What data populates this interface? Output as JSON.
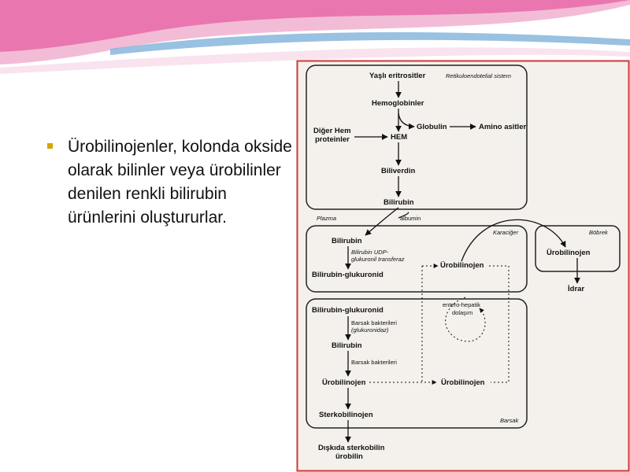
{
  "slide": {
    "bullet": "Ürobilinojenler, kolonda okside olarak bilinler veya ürobilinler denilen renkli bilirubin ürünlerini oluştururlar.",
    "accent_colors": {
      "bullet": "#d6a400",
      "border": "#d23a3a",
      "banner_pink": "#e86aa8",
      "banner_blue": "#7fb2d9"
    }
  },
  "diagram": {
    "regions": {
      "reticulo": "Retikuloendotelial sistem",
      "plazma": "Plazma",
      "karaciger": "Karaciğer",
      "bobrek": "Böbrek",
      "barsak": "Barsak"
    },
    "nodes": {
      "yasli": "Yaşlı eritrositler",
      "hemoglobin": "Hemoglobinler",
      "globulin": "Globulin",
      "amino": "Amino asitler",
      "diger_hem_1": "Diğer Hem",
      "diger_hem_2": "proteinler",
      "hem": "HEM",
      "biliverdin": "Biliverdin",
      "bilirubin_re": "Bilirubin",
      "albumin": "albumin",
      "bilirubin_kc": "Bilirubin",
      "udp_1": "Bilirubin UDP-",
      "udp_2": "glukuronil transferaz",
      "glukuronid_kc": "Bilirubin-glukuronid",
      "urobilinojen_kc": "Ürobilinojen",
      "urobilinojen_bb": "Ürobilinojen",
      "idrar": "İdrar",
      "entero_1": "entero-hepatik",
      "entero_2": "dolaşım",
      "glukuronid_bs": "Bilirubin-glukuronid",
      "bakteri_1": "Barsak bakterileri",
      "glukuronidaz": "(glukuronidaz)",
      "bilirubin_bs": "Bilirubin",
      "bakteri_2": "Barsak bakterileri",
      "urobilinojen_bs": "Ürobilinojen",
      "urobilinojen_bs2": "Ürobilinojen",
      "sterko": "Sterkobilinojen",
      "diskida_1": "Dışkıda sterkobilin",
      "diskida_2": "ürobilin"
    }
  }
}
